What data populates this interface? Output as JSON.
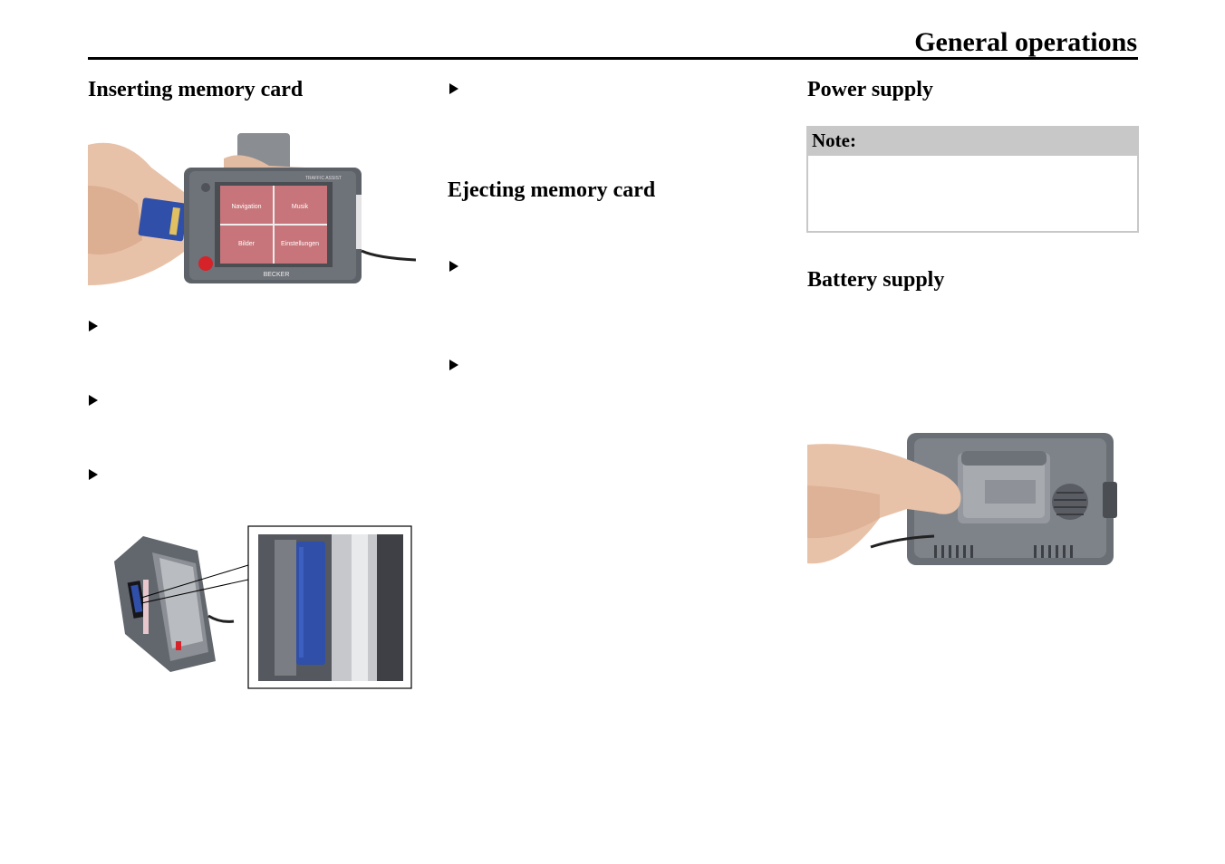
{
  "page": {
    "title": "General operations"
  },
  "left_column": {
    "heading": "Inserting memory card",
    "photo1": {
      "screen_buttons": [
        "Navigation",
        "Musik",
        "Bilder",
        "Einstellungen"
      ],
      "brand": "BECKER",
      "model": "TRAFFIC ASSIST"
    }
  },
  "middle_column": {
    "heading": "Ejecting memory card"
  },
  "right_column": {
    "heading_power": "Power supply",
    "note_label": "Note:",
    "heading_battery": "Battery supply"
  },
  "colors": {
    "note_header": "#c8c8c8",
    "text": "#000000",
    "sd_card": "#2f4fa8"
  },
  "icons": [
    "bullet-arrow-icon"
  ]
}
